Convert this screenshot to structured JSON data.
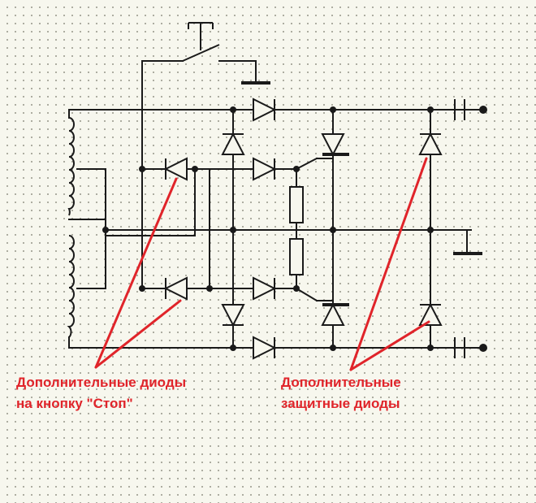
{
  "annotations": {
    "stop_line1": "Дополнительные диоды",
    "stop_line2": "на кнопку \"Стоп\"",
    "protect_line1": "Дополнительные",
    "protect_line2": "защитные диоды"
  },
  "colors": {
    "wire": "#1a1a1a",
    "annotation": "#e0242a",
    "background": "#f7f7ee"
  }
}
